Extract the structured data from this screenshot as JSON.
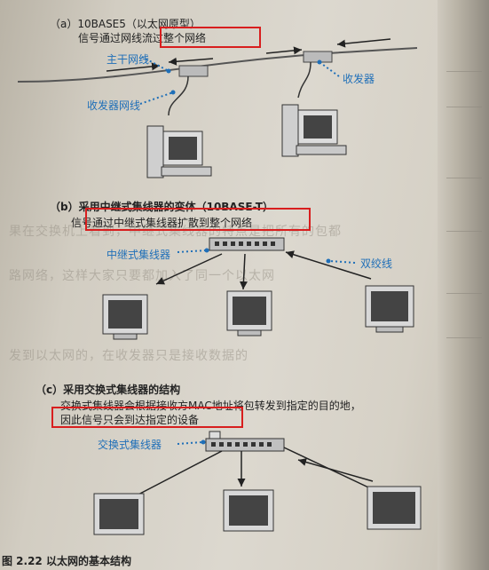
{
  "sections": {
    "a": {
      "title": "（a）10BASE5（以太网原型）",
      "desc": "信号通过网线流过整个网络",
      "label_backbone": "主干网线",
      "label_transceiver": "收发器",
      "label_transceiver_cable": "收发器网线"
    },
    "b": {
      "title": "（b）采用中继式集线器的变体（10BASE-T）",
      "desc": "信号通过中继式集线器扩散到整个网络",
      "label_hub": "中继式集线器",
      "label_twisted": "双绞线"
    },
    "c": {
      "title": "（c）采用交换式集线器的结构",
      "desc1": "交换式集线器会根据接收方MAC地址将包转发到指定的目的地，",
      "desc2": "因此信号只会到达指定的设备",
      "label_switch": "交换式集线器"
    },
    "caption": "图 2.22  以太网的基本结构"
  },
  "colors": {
    "accent": "#1f6fb8",
    "highlight": "#d81e1e"
  }
}
